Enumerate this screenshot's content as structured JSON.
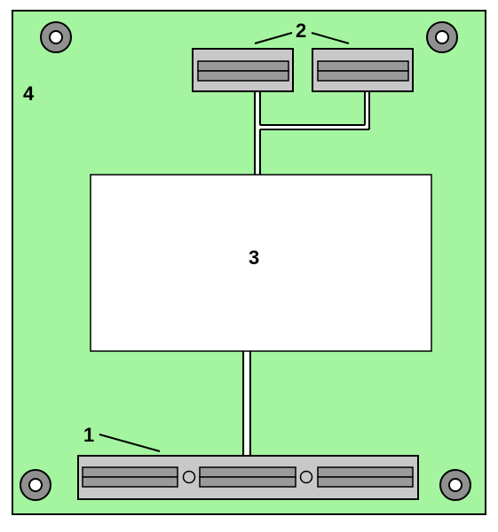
{
  "diagram": {
    "colors": {
      "board": "#a4f4a0",
      "outline": "#000000",
      "connector_body": "#c8c8c8",
      "connector_slot": "#9a9a9a",
      "processor": "#ffffff",
      "trace": "#ffffff",
      "hole_ring": "#909090",
      "hole": "#ffffff"
    },
    "callouts": {
      "bottom_connector": "1",
      "top_connectors": "2",
      "processor": "3",
      "board": "4"
    }
  }
}
